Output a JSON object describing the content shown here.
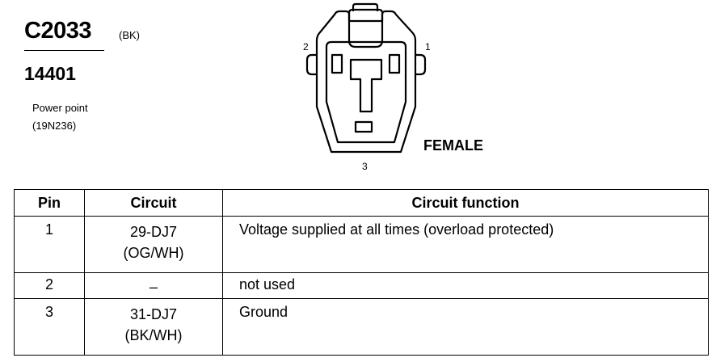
{
  "connector": {
    "id": "C2033",
    "color": "(BK)",
    "part_number": "14401",
    "description_line1": "Power point",
    "description_line2": "(19N236)",
    "gender": "FEMALE",
    "pin_labels": {
      "left": "2",
      "right": "1",
      "bottom": "3"
    }
  },
  "table": {
    "headers": {
      "pin": "Pin",
      "circuit": "Circuit",
      "function": "Circuit function"
    },
    "rows": [
      {
        "pin": "1",
        "circuit_line1": "29-DJ7",
        "circuit_line2": "(OG/WH)",
        "function": "Voltage supplied at all times (overload protected)"
      },
      {
        "pin": "2",
        "circuit_line1": "–",
        "circuit_line2": "",
        "function": "not used"
      },
      {
        "pin": "3",
        "circuit_line1": "31-DJ7",
        "circuit_line2": "(BK/WH)",
        "function": "Ground"
      }
    ]
  }
}
